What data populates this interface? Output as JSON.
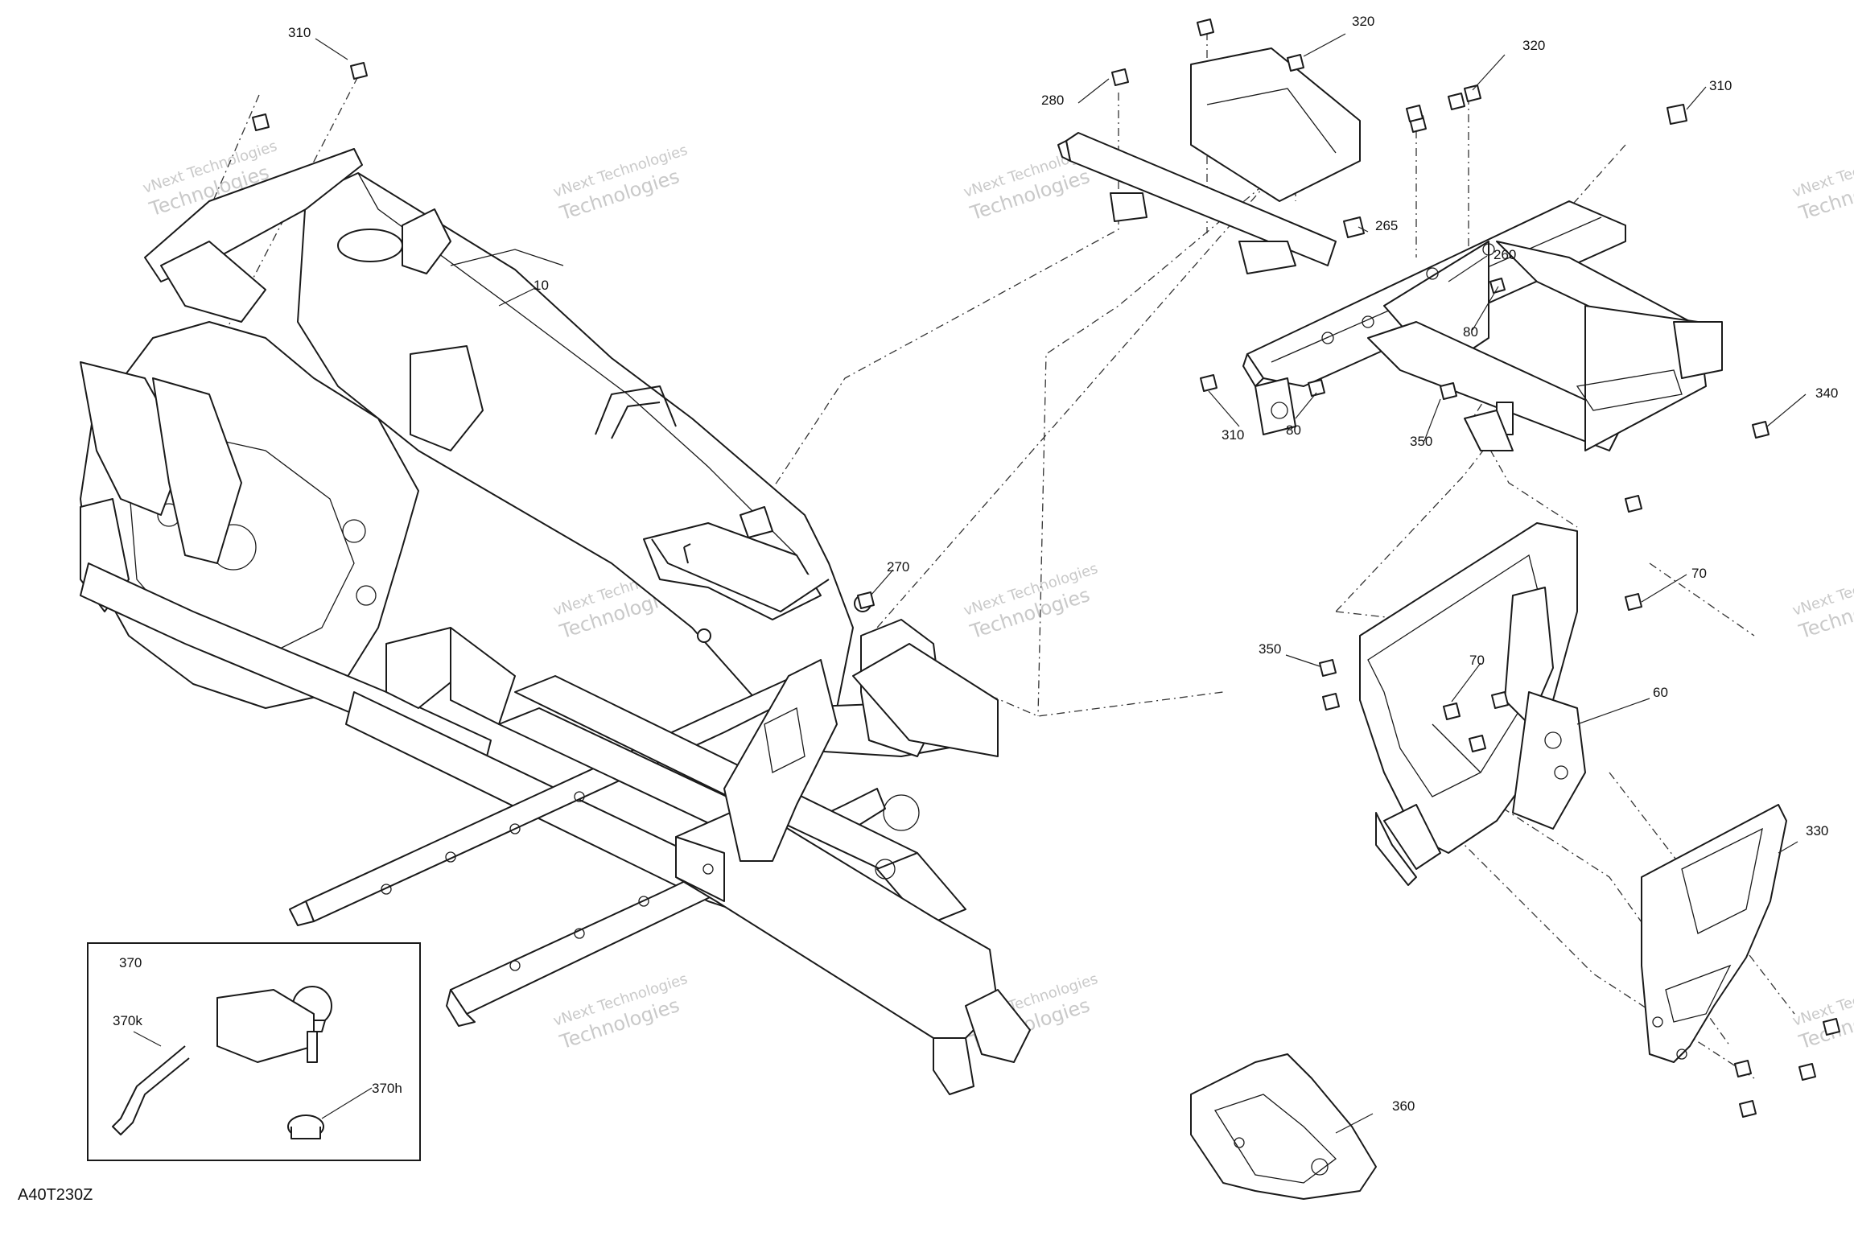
{
  "diagram_id": "A40T230Z",
  "watermark": {
    "line1": "vNext Technologies",
    "line2": "Technologies"
  },
  "callouts": {
    "c10": "10",
    "c60": "60",
    "c70a": "70",
    "c70b": "70",
    "c80a": "80",
    "c80b": "80",
    "c260": "260",
    "c265": "265",
    "c270": "270",
    "c280": "280",
    "c310a": "310",
    "c310b": "310",
    "c310c": "310",
    "c320a": "320",
    "c320b": "320",
    "c330": "330",
    "c340": "340",
    "c350a": "350",
    "c350b": "350",
    "c360": "360",
    "c370": "370",
    "c370k": "370k",
    "c370h": "370h"
  }
}
